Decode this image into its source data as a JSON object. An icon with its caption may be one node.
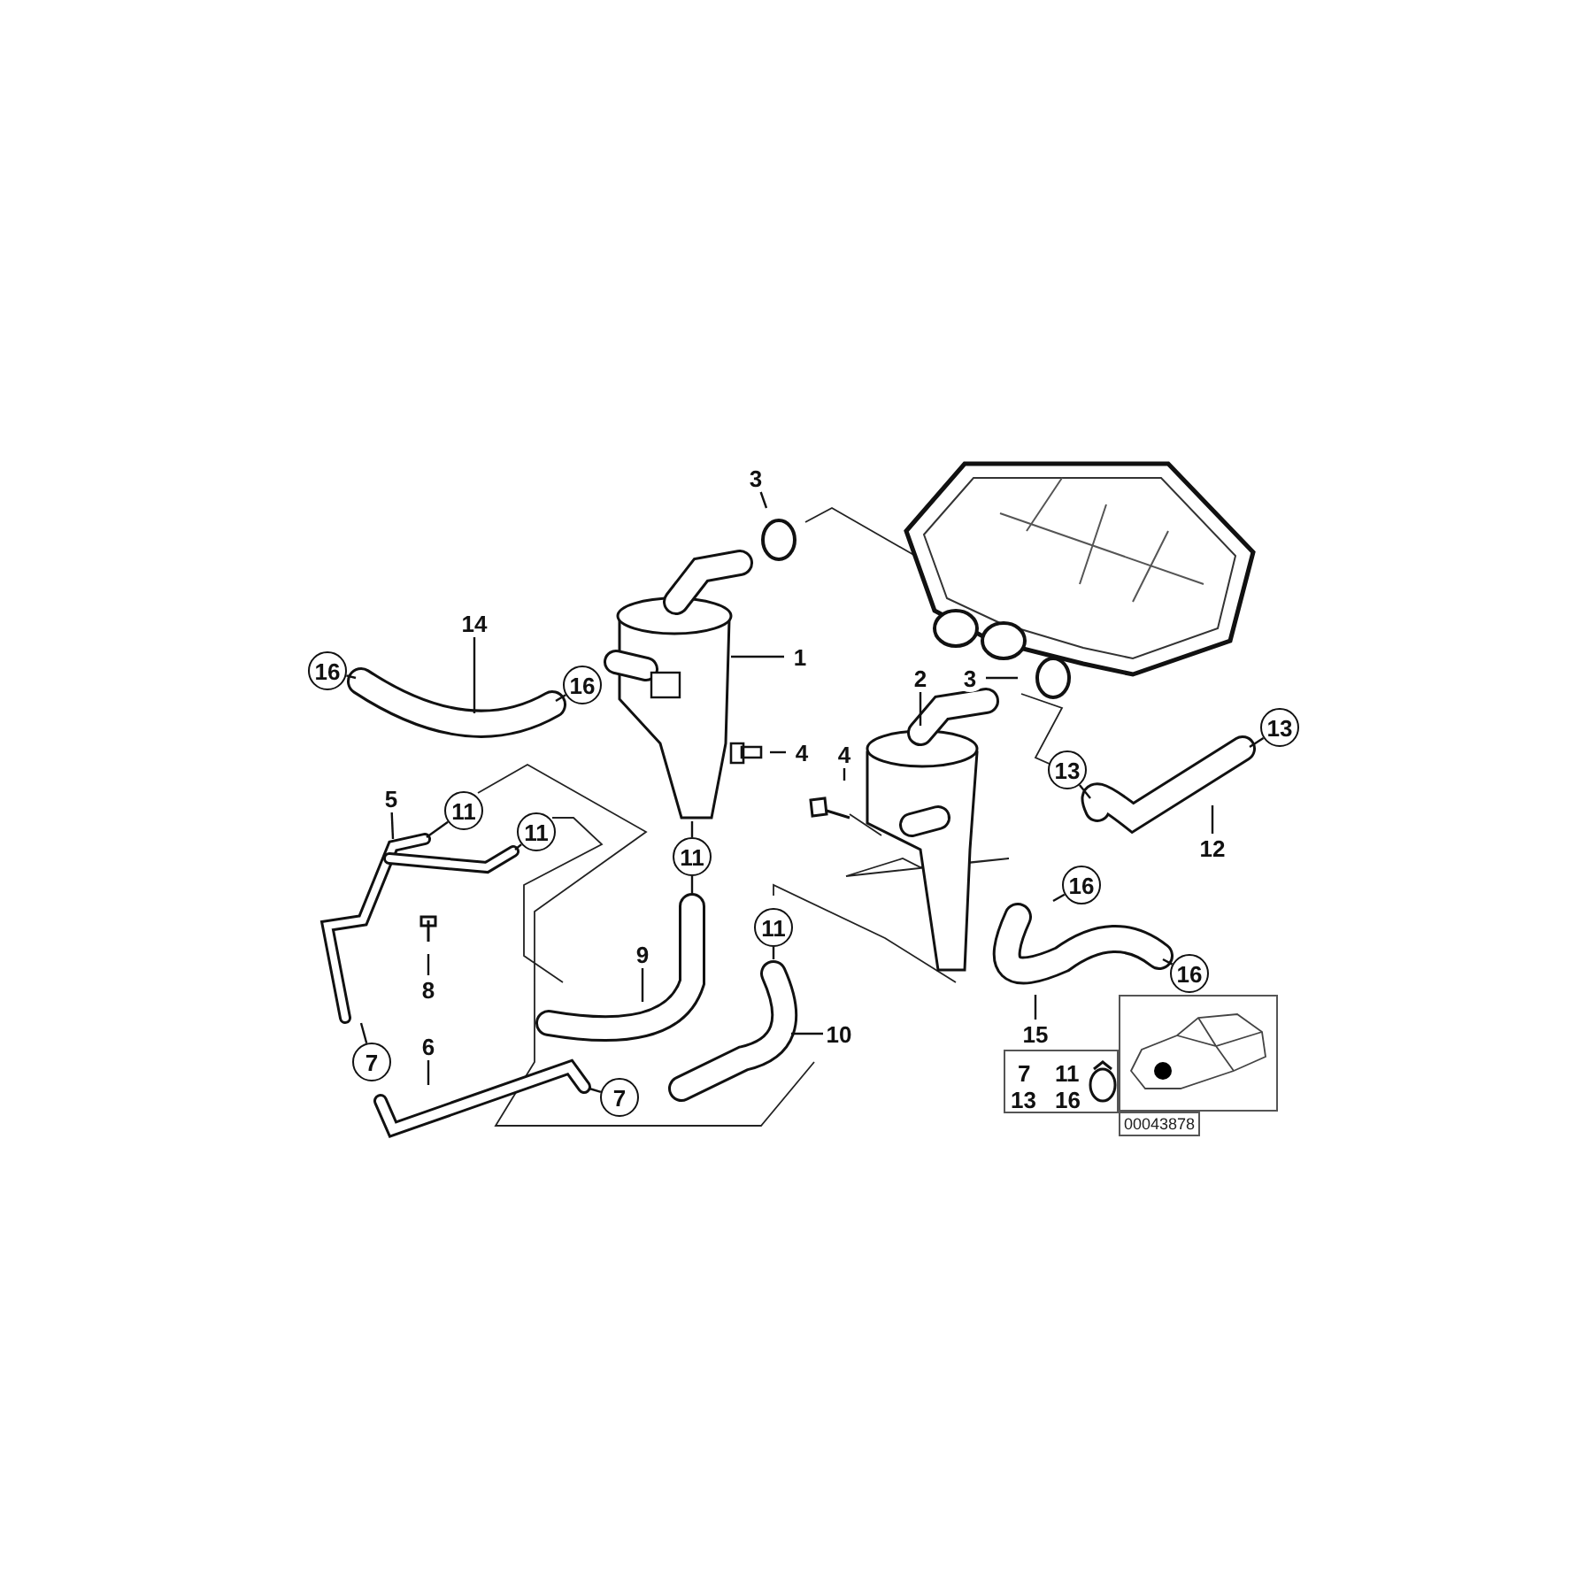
{
  "diagram": {
    "nodes": [
      {
        "text": [
          "3"
        ]
      },
      {
        "text": [
          "14"
        ]
      },
      {
        "text": [
          "16"
        ]
      },
      {
        "text": [
          "16"
        ]
      },
      {
        "text": [
          "1"
        ]
      },
      {
        "text": [
          "4"
        ]
      },
      {
        "text": [
          "2"
        ]
      },
      {
        "text": [
          "3"
        ]
      },
      {
        "text": [
          "4"
        ]
      },
      {
        "text": [
          "5"
        ]
      },
      {
        "text": [
          "11"
        ]
      },
      {
        "text": [
          "11"
        ]
      },
      {
        "text": [
          "11"
        ]
      },
      {
        "text": [
          "8"
        ]
      },
      {
        "text": [
          "9"
        ]
      },
      {
        "text": [
          "11"
        ]
      },
      {
        "text": [
          "6"
        ]
      },
      {
        "text": [
          "7"
        ]
      },
      {
        "text": [
          "10"
        ]
      },
      {
        "text": [
          "7"
        ]
      },
      {
        "text": [
          "13"
        ]
      },
      {
        "text": [
          "13"
        ]
      },
      {
        "text": [
          "12"
        ]
      },
      {
        "text": [
          "16"
        ]
      },
      {
        "text": [
          "16"
        ]
      },
      {
        "text": [
          "15"
        ]
      }
    ],
    "edges": [
      {
        "from": 0,
        "to": null,
        "arrow": "none"
      },
      {
        "from": 1,
        "to": null,
        "arrow": "none"
      },
      {
        "from": 2,
        "to": null,
        "arrow": "none"
      },
      {
        "from": 3,
        "to": null,
        "arrow": "none"
      },
      {
        "from": 4,
        "to": null,
        "arrow": "none"
      },
      {
        "from": 5,
        "to": null,
        "arrow": "none"
      },
      {
        "from": 6,
        "to": null,
        "arrow": "none"
      },
      {
        "from": 7,
        "to": null,
        "arrow": "none"
      },
      {
        "from": 8,
        "to": null,
        "arrow": "none"
      },
      {
        "from": 9,
        "to": null,
        "arrow": "none"
      },
      {
        "from": 10,
        "to": null,
        "arrow": "none"
      },
      {
        "from": 11,
        "to": null,
        "arrow": "none"
      },
      {
        "from": 12,
        "to": null,
        "arrow": "none"
      },
      {
        "from": 12,
        "to": null,
        "arrow": "none"
      },
      {
        "from": 13,
        "to": null,
        "arrow": "none"
      },
      {
        "from": 14,
        "to": null,
        "arrow": "none"
      },
      {
        "from": 15,
        "to": null,
        "arrow": "none"
      },
      {
        "from": 16,
        "to": null,
        "arrow": "none"
      },
      {
        "from": 17,
        "to": null,
        "arrow": "none"
      },
      {
        "from": 18,
        "to": null,
        "arrow": "none"
      },
      {
        "from": 19,
        "to": null,
        "arrow": "none"
      },
      {
        "from": 20,
        "to": null,
        "arrow": "none"
      },
      {
        "from": 21,
        "to": null,
        "arrow": "none"
      },
      {
        "from": 22,
        "to": null,
        "arrow": "none"
      },
      {
        "from": 23,
        "to": null,
        "arrow": "none"
      },
      {
        "from": 24,
        "to": null,
        "arrow": "none"
      },
      {
        "from": 25,
        "to": null,
        "arrow": "none"
      }
    ],
    "labels": [
      "7",
      "11",
      "13",
      "16",
      "00043878"
    ]
  }
}
